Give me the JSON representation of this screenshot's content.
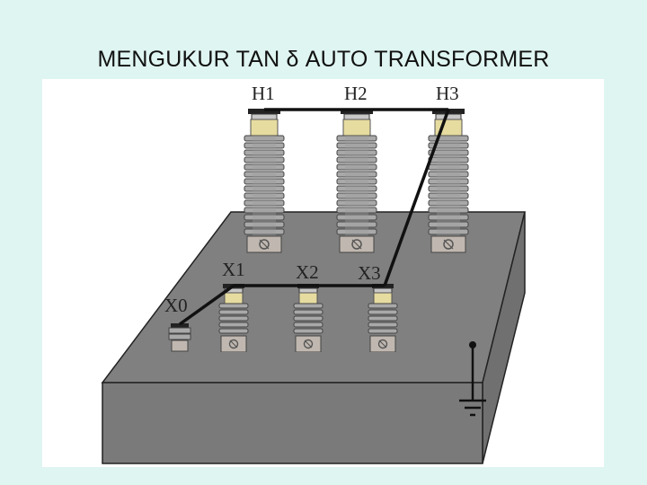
{
  "slide": {
    "title": "MENGUKUR TAN δ AUTO TRANSFORMER"
  },
  "diagram": {
    "colors": {
      "slide_background": "#dff5f1",
      "tank": "#808080",
      "insulator": "#a9a9a9",
      "collar": "#e6dca0",
      "base": "#c0b8b0",
      "wire": "#111111"
    },
    "labels": {
      "h1": "H1",
      "h2": "H2",
      "h3": "H3",
      "x0": "X0",
      "x1": "X1",
      "x2": "X2",
      "x3": "X3"
    }
  }
}
